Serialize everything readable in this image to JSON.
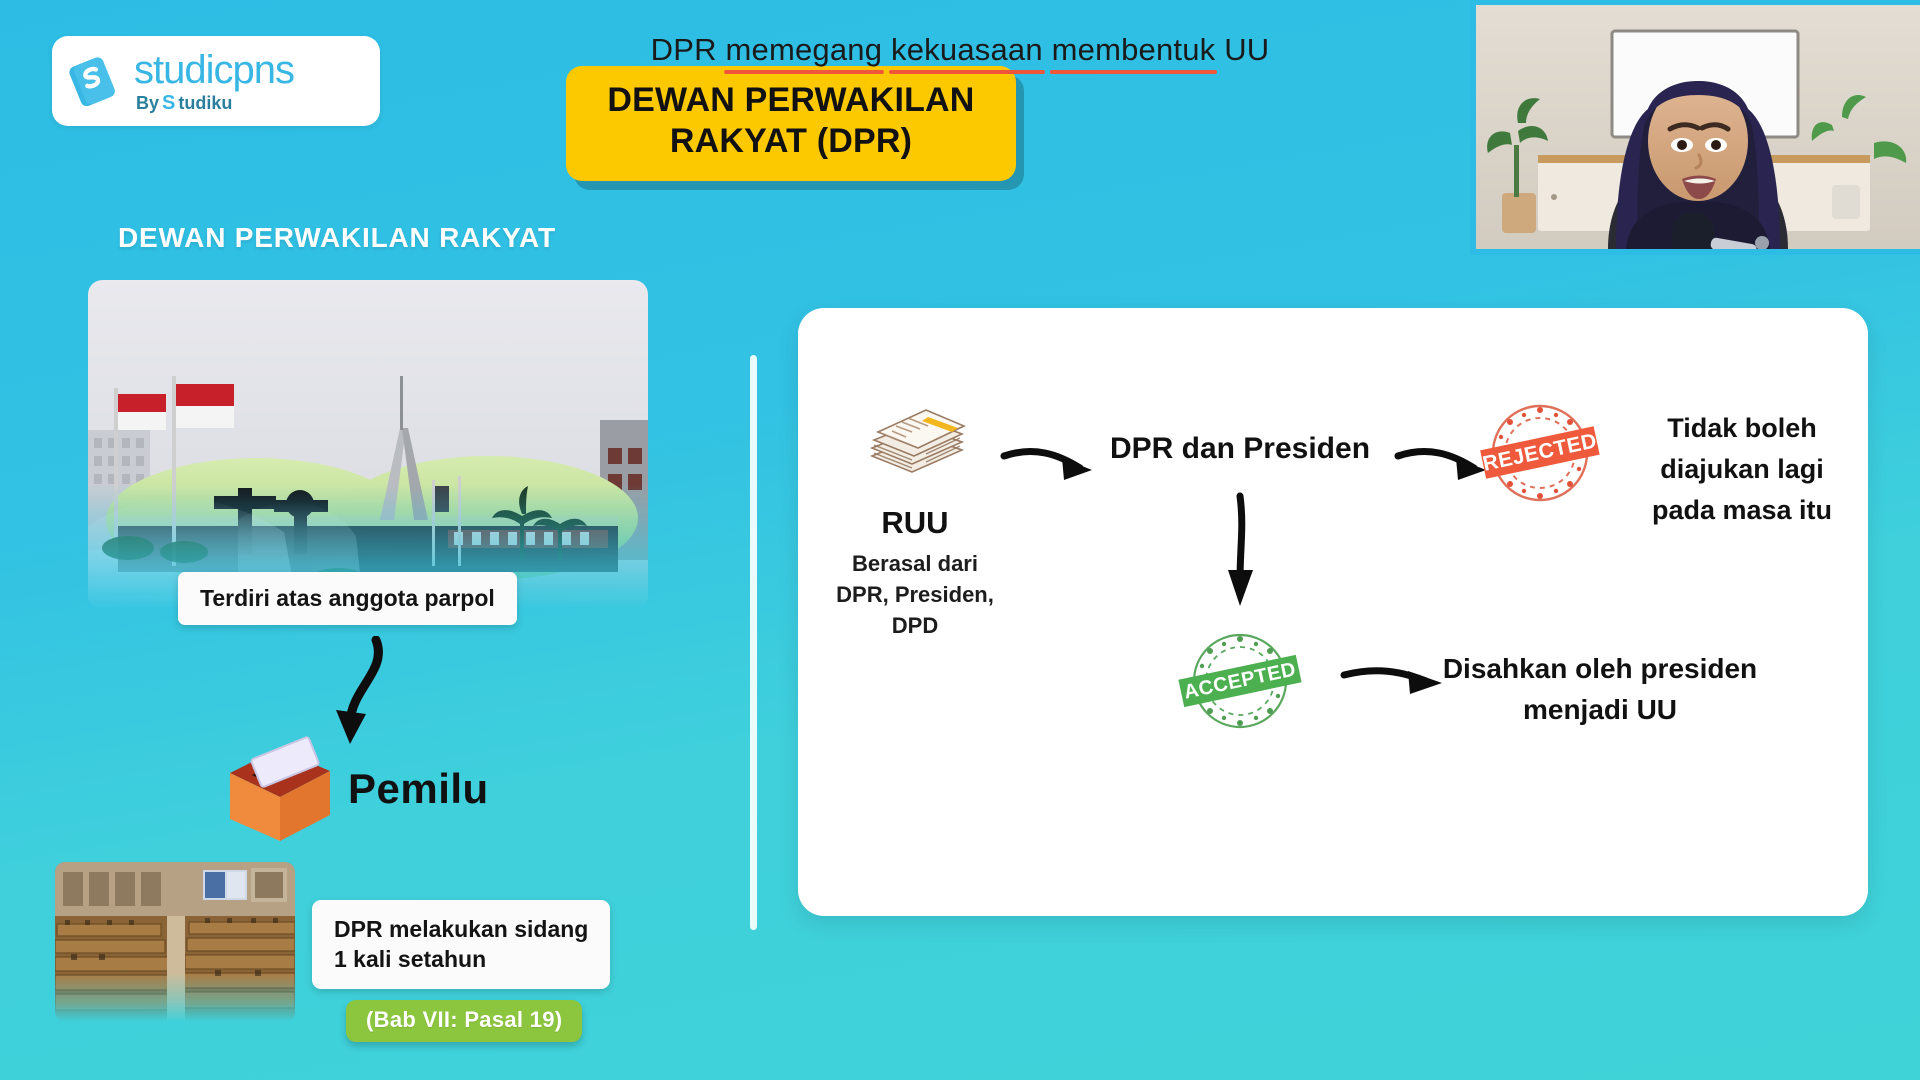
{
  "theme": {
    "background": "#2dbde4",
    "banner_yellow": "#fcc800",
    "badge_green": "#8cc63f",
    "rejected_red": "#f0563a",
    "accepted_green": "#46a14a",
    "card_white": "#ffffff"
  },
  "logo": {
    "word": "studicpns",
    "sub_prefix": "By",
    "sub_bolt": "S",
    "sub_name": "tudiku",
    "mark_icon": "studicpns-s-logo-icon"
  },
  "title_banner": {
    "line1": "DEWAN PERWAKILAN",
    "line2": "RAKYAT (DPR)"
  },
  "left": {
    "heading": "DEWAN PERWAKILAN RAKYAT",
    "building_photo_alt": "gedung-dpr-mpr-ri",
    "caption_parpol": "Terdiri atas anggota parpol",
    "ballot_icon": "ballot-box-icon",
    "pemilu_label": "Pemilu",
    "chamber_photo_alt": "ruang-sidang-paripurna-dpr",
    "caption_sidang_line1": "DPR melakukan sidang",
    "caption_sidang_line2": "1 kali setahun",
    "pasal_badge": "(Bab VII: Pasal 19)"
  },
  "flow": {
    "title_prefix": "DPR ",
    "title_word1": "memegang",
    "title_mid": " ",
    "title_word2": "kekuasaan",
    "title_mid2": " ",
    "title_word3": "membentuk",
    "title_suffix": " UU",
    "title_full": "DPR memegang kekuasaan membentuk UU",
    "ruu_icon": "stacked-documents-icon",
    "ruu_title": "RUU",
    "ruu_sub_line1": "Berasal dari",
    "ruu_sub_line2": "DPR, Presiden,",
    "ruu_sub_line3": "DPD",
    "node_dpr_presiden": "DPR dan Presiden",
    "stamp_rejected_label": "REJECTED",
    "stamp_rejected_icon": "rejected-stamp-icon",
    "rejected_text_line1": "Tidak boleh",
    "rejected_text_line2": "diajukan lagi",
    "rejected_text_line3": "pada masa itu",
    "stamp_accepted_label": "ACCEPTED",
    "stamp_accepted_icon": "accepted-stamp-icon",
    "accepted_text_line1": "Disahkan oleh presiden",
    "accepted_text_line2": "menjadi UU"
  },
  "webcam": {
    "presenter_alt": "presenter-webcam-feed"
  }
}
